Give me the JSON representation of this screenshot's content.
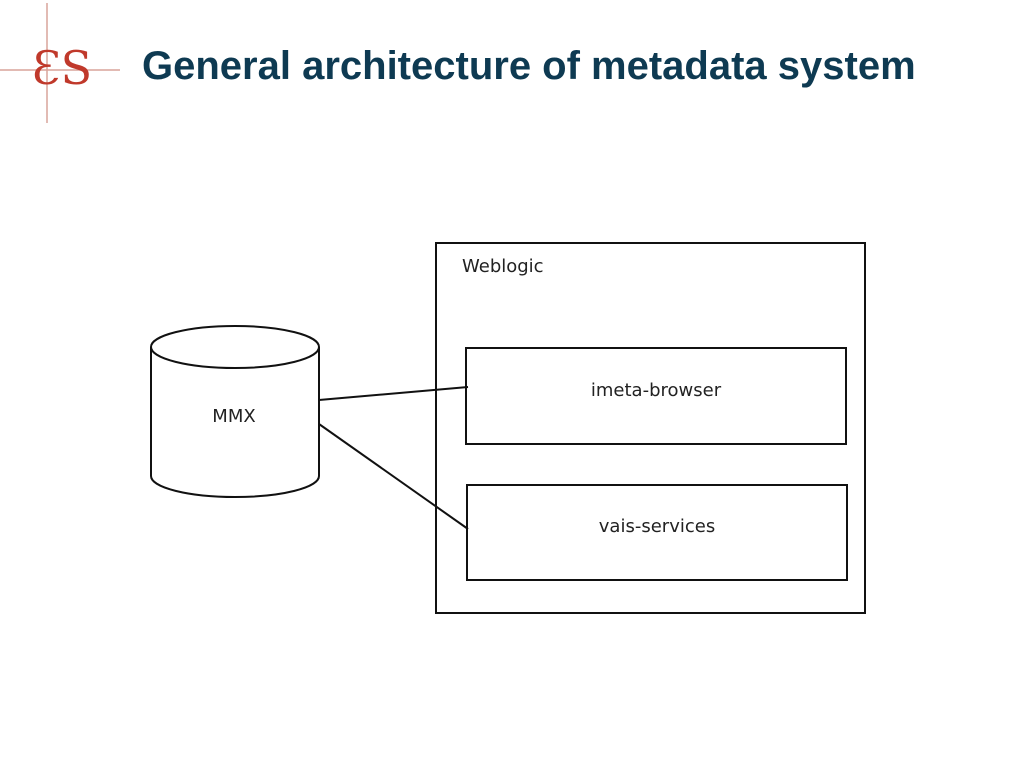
{
  "slide": {
    "title": "General architecture of metadata system"
  },
  "logo": {
    "mark": "ƐS",
    "icon": "es-crosshair-logo-icon",
    "color": "#c0392b"
  },
  "colors": {
    "title": "#0e3a52",
    "diagram_stroke": "#111111"
  },
  "diagram": {
    "container": {
      "label": "Weblogic"
    },
    "database": {
      "label": "MMX"
    },
    "components": [
      {
        "label": "imeta-browser"
      },
      {
        "label": "vais-services"
      }
    ]
  }
}
